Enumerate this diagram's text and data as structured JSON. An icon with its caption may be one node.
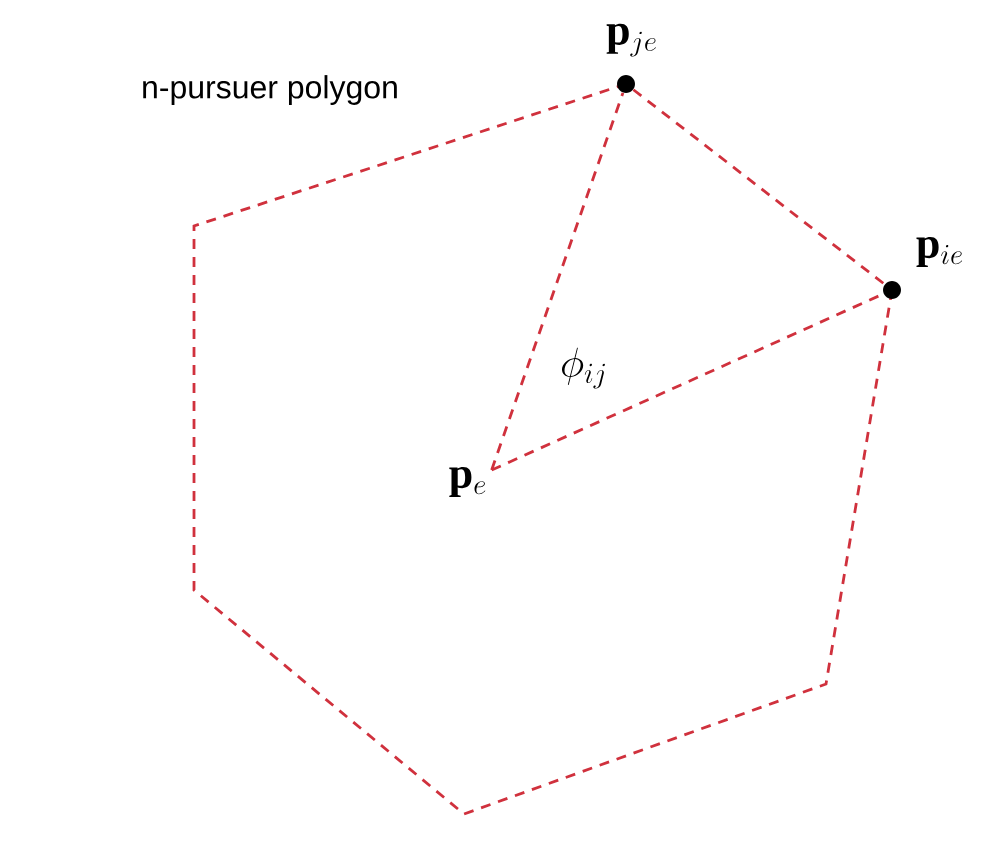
{
  "diagram": {
    "nodes": [
      {
        "text": [
          "\\mathbf{p}_{je}"
        ]
      },
      {
        "text": [
          "\\mathbf{p}_{ie}"
        ]
      },
      {
        "text": [
          "\\mathbf{p}_{e}"
        ]
      }
    ],
    "edges": [
      {
        "from": 2,
        "to": 0,
        "arrow": "none",
        "style": "dashed"
      },
      {
        "from": 2,
        "to": 1,
        "arrow": "none",
        "style": "dashed"
      },
      {
        "from": 0,
        "to": 1,
        "arrow": "none",
        "style": "dashed"
      }
    ],
    "labels": [
      "n-pursuer polygon",
      "\\phi_{ij}"
    ]
  }
}
